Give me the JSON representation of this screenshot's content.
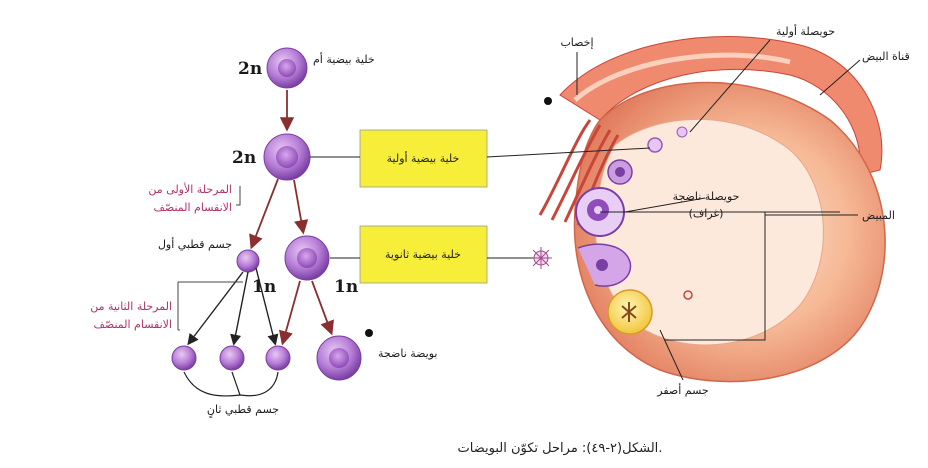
{
  "caption": "الشكل(٢-٤٩): مراحل تكوّن البويضات.",
  "ploidy": {
    "p2n_top": "2n",
    "p2n_mid": "2n",
    "p1n_left": "1n",
    "p1n_right": "1n"
  },
  "labels": {
    "oogonium": "خلية بيضية أم",
    "first_polar_body": "جسم قطبي أول",
    "second_polar_bodies": "جسم قطبي ثانٍ",
    "mature_ovum": "بويضة ناضجة",
    "meiosis_one_line1": "المرحلة الأولى من",
    "meiosis_one_line2": "الانقسام المنصّف",
    "meiosis_two_line1": "المرحلة الثانية من",
    "meiosis_two_line2": "الانقسام المنصّف",
    "fertilization": "إخصاب",
    "primary_follicle": "حويصلة أولية",
    "oviduct": "قناة البيض",
    "ovary": "المبيض",
    "mature_follicle_line1": "حويصلة ناضجة",
    "mature_follicle_line2": "(غراف)",
    "corpus_luteum": "جسم أصفر",
    "primary_oocyte_box": "خلية بيضية أولية",
    "secondary_oocyte_box": "خلية بيضية ثانوية"
  },
  "colors": {
    "cell_fill": "#b57cd6",
    "cell_dark": "#7a3fa3",
    "box_fill": "#f7ee3a",
    "arrow": "#8a2f2f",
    "ovary": "#f2a17f",
    "tissue_dark": "#c8453a"
  }
}
